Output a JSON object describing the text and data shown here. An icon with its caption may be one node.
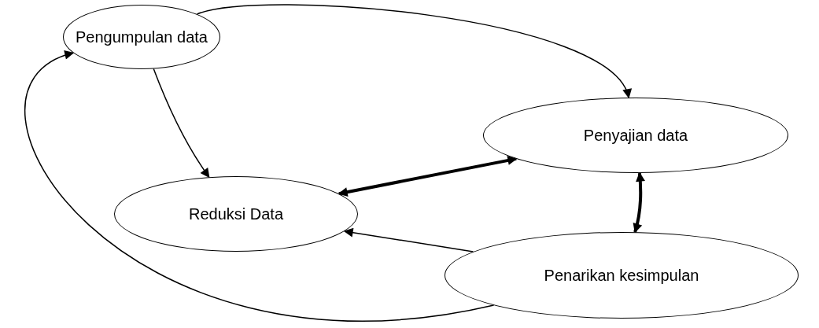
{
  "diagram": {
    "nodes": [
      {
        "text": [
          "Pengumpulan data"
        ]
      },
      {
        "text": [
          "Penyajian data"
        ]
      },
      {
        "text": [
          "Reduksi Data"
        ]
      },
      {
        "text": [
          "Penarikan kesimpulan"
        ]
      }
    ],
    "edges": [
      {
        "from": 0,
        "to": 1,
        "arrow": "to"
      },
      {
        "from": 0,
        "to": 2,
        "arrow": "to"
      },
      {
        "from": 1,
        "to": 2,
        "arrow": "both",
        "style": "thick"
      },
      {
        "from": 1,
        "to": 3,
        "arrow": "both",
        "style": "thick"
      },
      {
        "from": 3,
        "to": 2,
        "arrow": "to"
      },
      {
        "from": 3,
        "to": 0,
        "arrow": "to"
      }
    ]
  }
}
